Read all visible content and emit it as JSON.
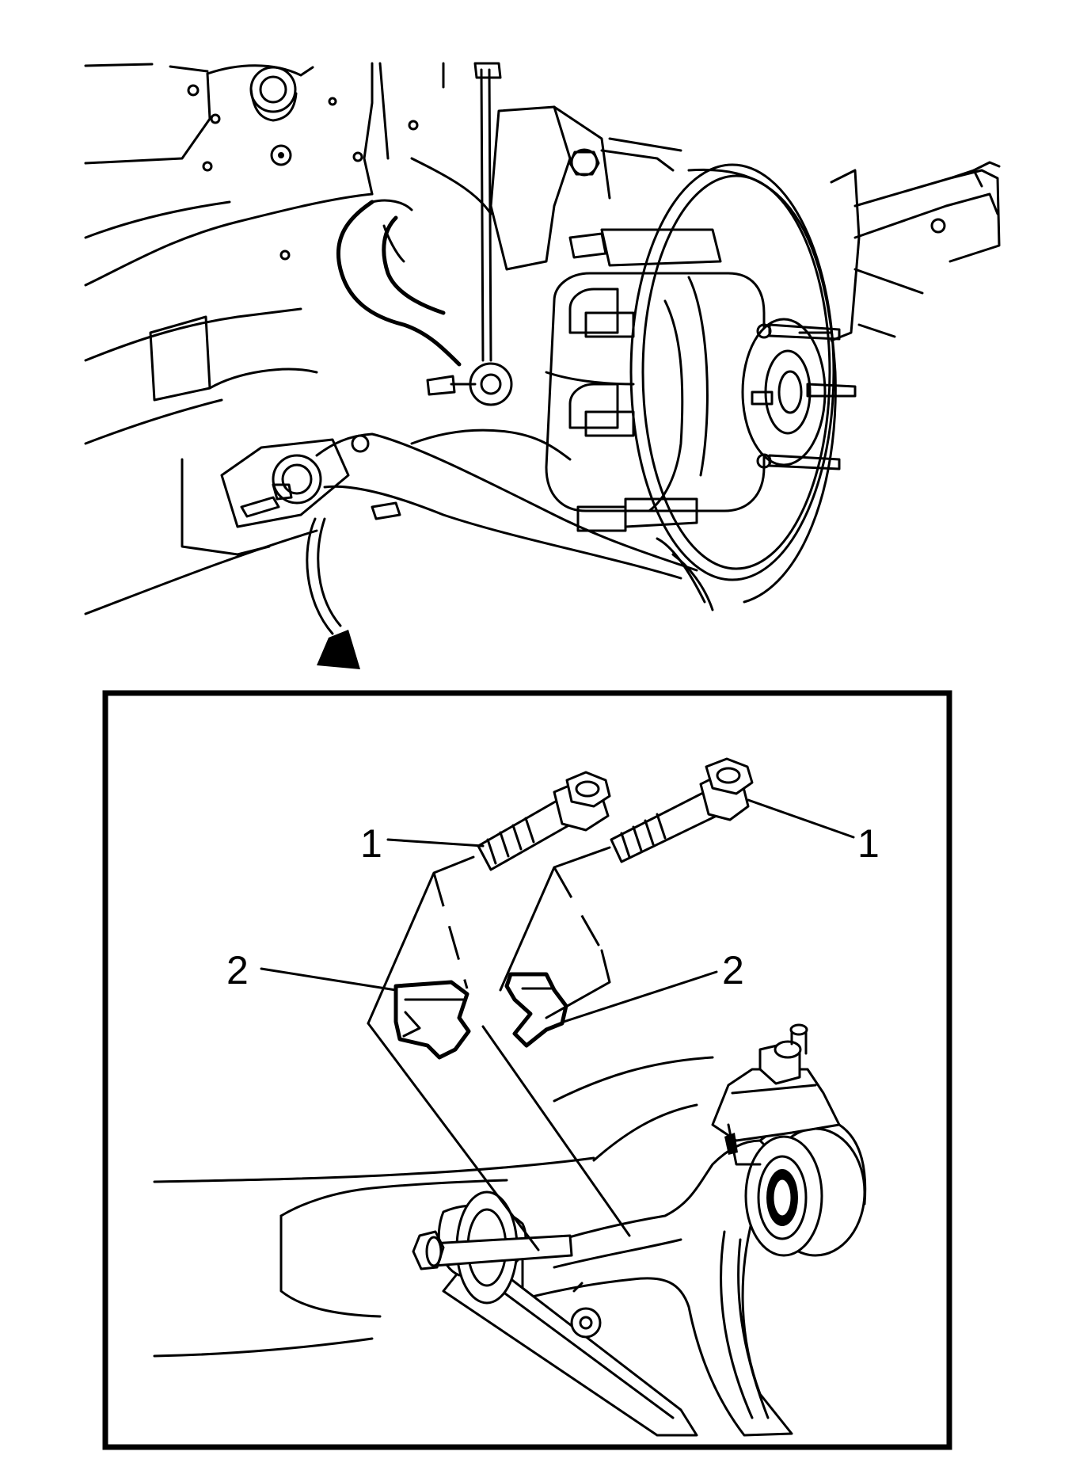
{
  "figure": {
    "overview": "rear-suspension-overview",
    "detail": "detail-inset"
  },
  "callouts": [
    {
      "id": "c1a",
      "label": "1",
      "part": "bolt"
    },
    {
      "id": "c1b",
      "label": "1",
      "part": "bolt"
    },
    {
      "id": "c2a",
      "label": "2",
      "part": "retainer"
    },
    {
      "id": "c2b",
      "label": "2",
      "part": "retainer"
    }
  ]
}
